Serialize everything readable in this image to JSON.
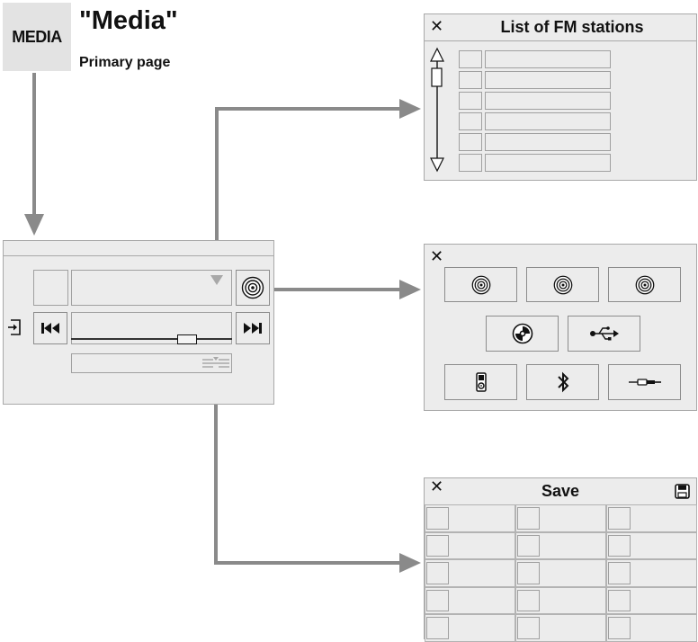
{
  "media_tile": {
    "label": "MEDIA"
  },
  "heading": {
    "title": "\"Media\"",
    "subtitle": "Primary page"
  },
  "fm_list_window": {
    "title": "List of FM stations",
    "close_symbol": "✕",
    "row_count": 6
  },
  "source_window": {
    "close_symbol": "✕"
  },
  "save_window": {
    "title": "Save",
    "close_symbol": "✕",
    "rows": 5,
    "columns": 3
  },
  "colors": {
    "arrow": "#8a8a8a",
    "panel": "#ececec",
    "border": "#a9a9a9"
  }
}
